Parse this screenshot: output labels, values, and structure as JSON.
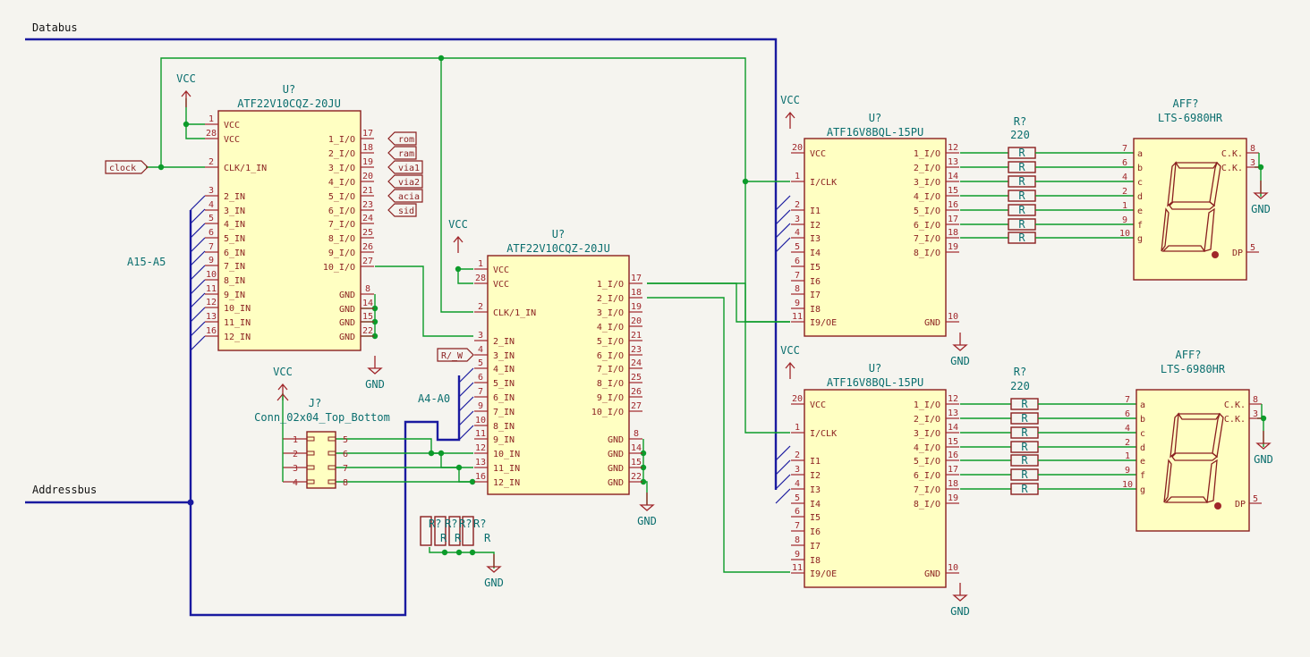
{
  "nets": {
    "databus": "Databus",
    "addressbus": "Addressbus",
    "a15a5": "A15-A5",
    "a4a0": "A4-A0"
  },
  "power": {
    "vcc": "VCC",
    "gnd": "GND"
  },
  "chips": [
    {
      "ref": "U?",
      "value": "ATF22V10CQZ-20JU",
      "left": [
        "VCC",
        "VCC",
        "CLK/1_IN",
        "2_IN",
        "3_IN",
        "4_IN",
        "5_IN",
        "6_IN",
        "7_IN",
        "8_IN",
        "9_IN",
        "10_IN",
        "11_IN",
        "12_IN"
      ],
      "leftNum": [
        "1",
        "28",
        "2",
        "3",
        "4",
        "5",
        "6",
        "7",
        "9",
        "10",
        "11",
        "12",
        "13",
        "16"
      ],
      "right": [
        "1_I/O",
        "2_I/O",
        "3_I/O",
        "4_I/O",
        "5_I/O",
        "6_I/O",
        "7_I/O",
        "8_I/O",
        "9_I/O",
        "10_I/O",
        "GND",
        "GND",
        "GND",
        "GND"
      ],
      "rightNum": [
        "17",
        "18",
        "19",
        "20",
        "21",
        "23",
        "24",
        "25",
        "26",
        "27",
        "8",
        "14",
        "15",
        "22"
      ]
    },
    {
      "ref": "U?",
      "value": "ATF22V10CQZ-20JU",
      "left": [
        "VCC",
        "VCC",
        "CLK/1_IN",
        "2_IN",
        "3_IN",
        "4_IN",
        "5_IN",
        "6_IN",
        "7_IN",
        "8_IN",
        "9_IN",
        "10_IN",
        "11_IN",
        "12_IN"
      ],
      "leftNum": [
        "1",
        "28",
        "2",
        "3",
        "4",
        "5",
        "6",
        "7",
        "9",
        "10",
        "11",
        "12",
        "13",
        "16"
      ],
      "right": [
        "1_I/O",
        "2_I/O",
        "3_I/O",
        "4_I/O",
        "5_I/O",
        "6_I/O",
        "7_I/O",
        "8_I/O",
        "9_I/O",
        "10_I/O",
        "GND",
        "GND",
        "GND",
        "GND"
      ],
      "rightNum": [
        "17",
        "18",
        "19",
        "20",
        "21",
        "23",
        "24",
        "25",
        "26",
        "27",
        "8",
        "14",
        "15",
        "22"
      ]
    },
    {
      "ref": "U?",
      "value": "ATF16V8BQL-15PU",
      "left": [
        "VCC",
        "I/CLK",
        "I1",
        "I2",
        "I3",
        "I4",
        "I5",
        "I6",
        "I7",
        "I8",
        "I9/OE"
      ],
      "leftNum": [
        "20",
        "1",
        "2",
        "3",
        "4",
        "5",
        "6",
        "7",
        "8",
        "9",
        "11"
      ],
      "right": [
        "1_I/O",
        "2_I/O",
        "3_I/O",
        "4_I/O",
        "5_I/O",
        "6_I/O",
        "7_I/O",
        "8_I/O",
        "GND"
      ],
      "rightNum": [
        "12",
        "13",
        "14",
        "15",
        "16",
        "17",
        "18",
        "19",
        "10"
      ]
    },
    {
      "ref": "U?",
      "value": "ATF16V8BQL-15PU",
      "left": [
        "VCC",
        "I/CLK",
        "I1",
        "I2",
        "I3",
        "I4",
        "I5",
        "I6",
        "I7",
        "I8",
        "I9/OE"
      ],
      "leftNum": [
        "20",
        "1",
        "2",
        "3",
        "4",
        "5",
        "6",
        "7",
        "8",
        "9",
        "11"
      ],
      "right": [
        "1_I/O",
        "2_I/O",
        "3_I/O",
        "4_I/O",
        "5_I/O",
        "6_I/O",
        "7_I/O",
        "8_I/O",
        "GND"
      ],
      "rightNum": [
        "12",
        "13",
        "14",
        "15",
        "16",
        "17",
        "18",
        "19",
        "10"
      ]
    }
  ],
  "labels": {
    "clock": "clock",
    "rom": "rom",
    "ram": "ram",
    "via1": "via1",
    "via2": "via2",
    "acia": "acia",
    "sid": "sid",
    "rw": "R/_W"
  },
  "connector": {
    "ref": "J?",
    "value": "Conn_02x04_Top_Bottom",
    "leftNum": [
      "1",
      "2",
      "3",
      "4"
    ],
    "rightNum": [
      "5",
      "6",
      "7",
      "8"
    ]
  },
  "resistors": {
    "ref": "R?",
    "value": "220",
    "short": "R",
    "ref_top": "R?",
    "stack_refs": [
      "R?",
      "R?",
      "R?",
      "R?"
    ]
  },
  "displays": [
    {
      "ref": "AFF?",
      "value": "LTS-6980HR",
      "segs": [
        "a",
        "b",
        "c",
        "d",
        "e",
        "f",
        "g"
      ],
      "segNum": [
        "7",
        "6",
        "4",
        "2",
        "1",
        "9",
        "10"
      ],
      "ck": "C.K.",
      "ckNum": [
        "8",
        "3"
      ],
      "dp": "DP",
      "dpNum": "5"
    },
    {
      "ref": "AFF?",
      "value": "LTS-6980HR",
      "segs": [
        "a",
        "b",
        "c",
        "d",
        "e",
        "f",
        "g"
      ],
      "segNum": [
        "7",
        "6",
        "4",
        "2",
        "1",
        "9",
        "10"
      ],
      "ck": "C.K.",
      "ckNum": [
        "8",
        "3"
      ],
      "dp": "DP",
      "dpNum": "5"
    }
  ]
}
